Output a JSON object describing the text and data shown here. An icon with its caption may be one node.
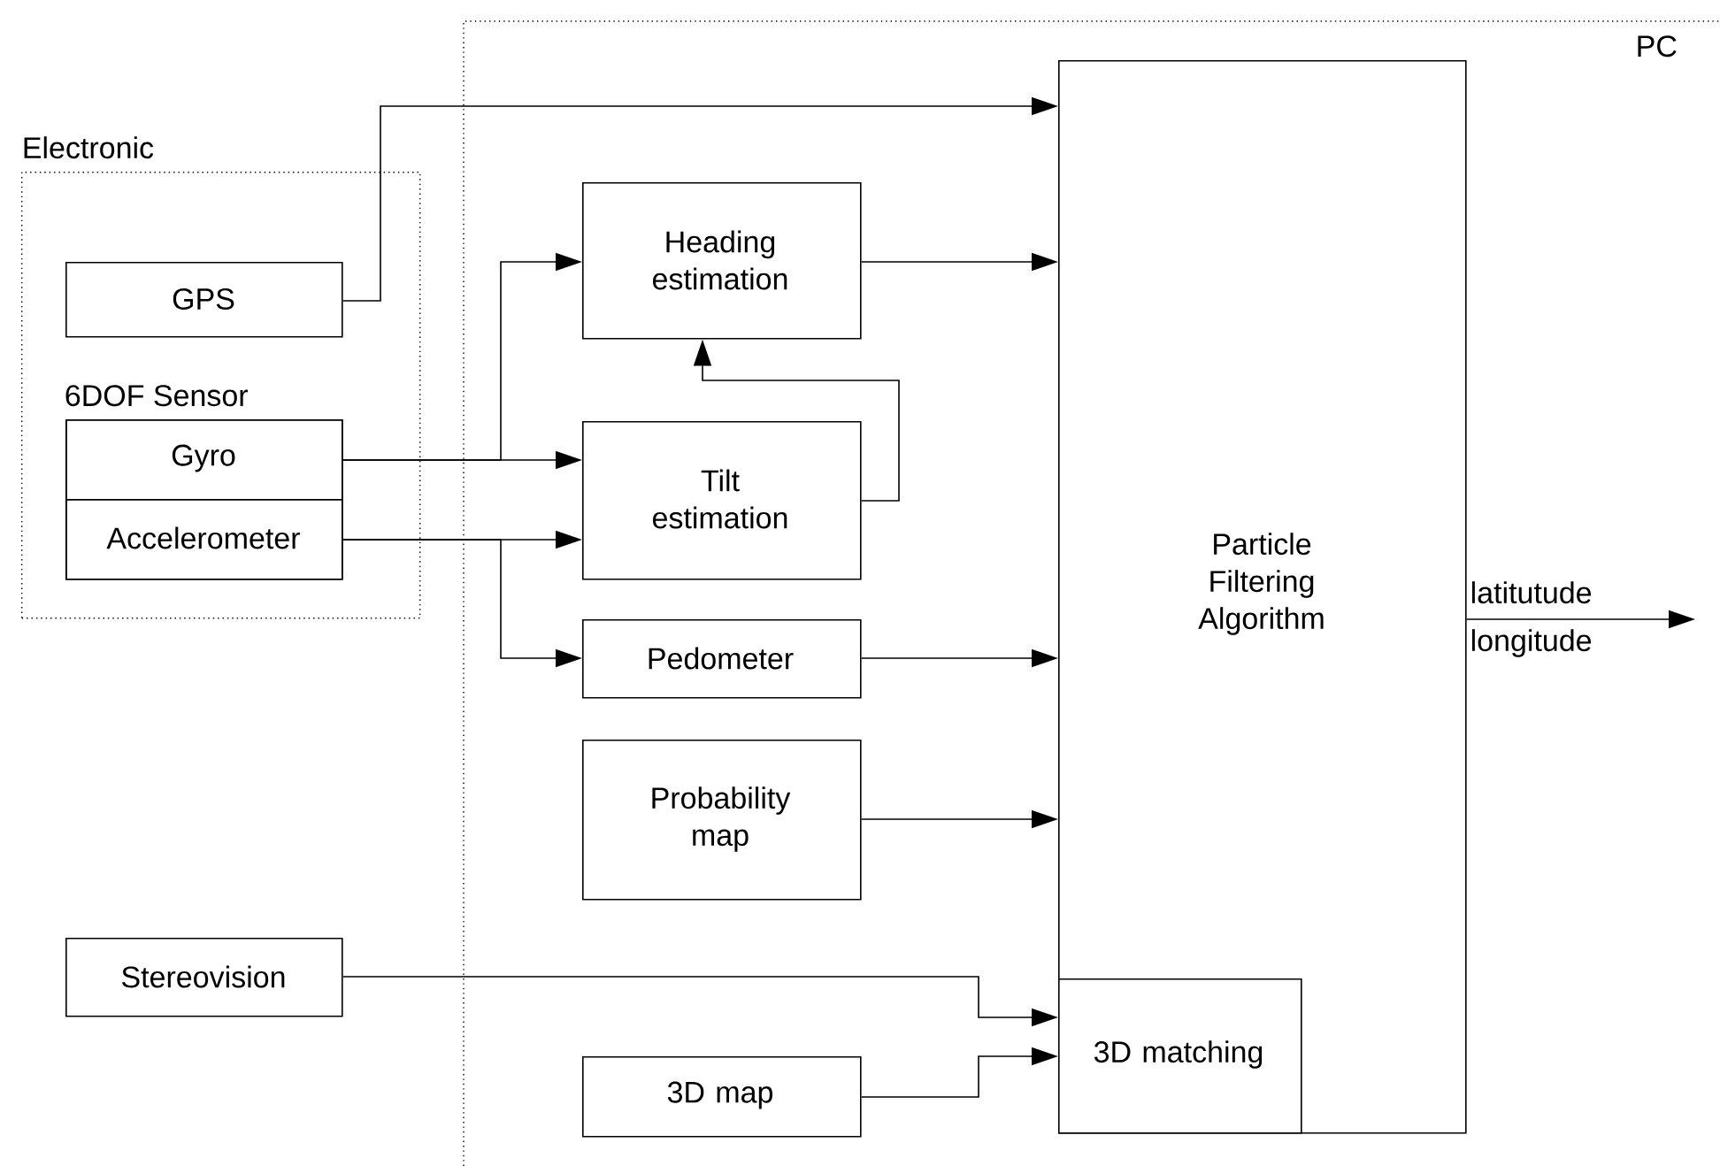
{
  "diagram": {
    "nodes": [
      {
        "text": [
          "PC"
        ]
      },
      {
        "text": [
          "Electronic"
        ]
      },
      {
        "text": [
          "GPS"
        ],
        "in": 1
      },
      {
        "text": [
          "6DOF Sensor"
        ],
        "in": 1
      },
      {
        "text": [
          "Gyro"
        ],
        "in": 3
      },
      {
        "text": [
          "Accelerometer"
        ],
        "in": 3
      },
      {
        "text": [
          "Heading estimation"
        ],
        "in": 0
      },
      {
        "text": [
          "Tilt estimation"
        ],
        "in": 0
      },
      {
        "text": [
          "Pedometer"
        ],
        "in": 0
      },
      {
        "text": [
          "Probability map"
        ],
        "in": 0
      },
      {
        "text": [
          "Particle Filtering Algorithm"
        ],
        "in": 0
      },
      {
        "text": [
          "3D matching"
        ],
        "in": 10
      },
      {
        "text": [
          "Stereovision"
        ]
      },
      {
        "text": [
          "3D map"
        ],
        "in": 0
      }
    ],
    "edges": [
      {
        "from": 2,
        "to": 10,
        "arrow": "to"
      },
      {
        "from": 6,
        "to": 10,
        "arrow": "to"
      },
      {
        "from": 7,
        "to": 6,
        "arrow": "to"
      },
      {
        "from": 4,
        "to": 6,
        "arrow": "to"
      },
      {
        "from": 4,
        "to": 7,
        "arrow": "to"
      },
      {
        "from": 5,
        "to": 7,
        "arrow": "to"
      },
      {
        "from": 5,
        "to": 8,
        "arrow": "to"
      },
      {
        "from": 8,
        "to": 10,
        "arrow": "to"
      },
      {
        "from": 9,
        "to": 10,
        "arrow": "to"
      },
      {
        "from": 12,
        "to": 11,
        "arrow": "to"
      },
      {
        "from": 13,
        "to": 11,
        "arrow": "to"
      },
      {
        "from": 10,
        "to": null,
        "arrow": "to",
        "label": "latitutude longitude"
      }
    ]
  }
}
